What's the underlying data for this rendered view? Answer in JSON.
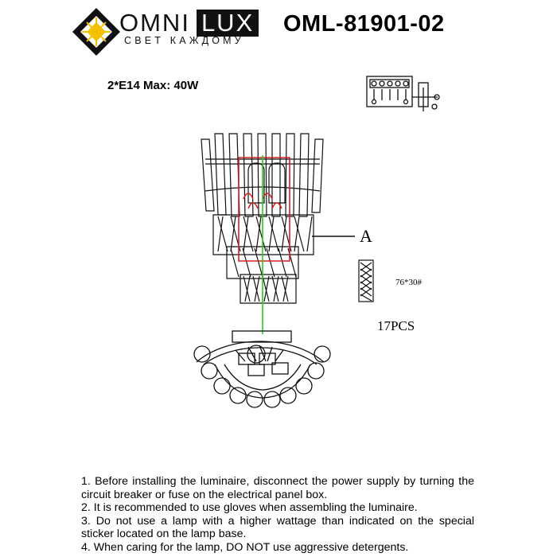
{
  "brand": {
    "name_left": "OMNI",
    "name_right": "LUX",
    "slogan": "СВЕТ КАЖДОМУ"
  },
  "model": "OML-81901-02",
  "spec": "2*E14 Max: 40W",
  "callout": {
    "label": "A",
    "crystal_size": "76*30#",
    "crystal_qty": "17PCS"
  },
  "instructions": [
    "1. Before installing the luminaire, disconnect the power supply by turning the circuit breaker or fuse on the electrical panel box.",
    "2. It is recommended to use gloves when assembling the luminaire.",
    "3. Do not use a lamp with a higher wattage than indicated on the special sticker located on the lamp base.",
    "4. When caring for the lamp, DO NOT use aggressive detergents."
  ],
  "colors": {
    "logo_yellow": "#f2c200",
    "wire_red": "#d42020",
    "wire_green": "#22cc22"
  }
}
